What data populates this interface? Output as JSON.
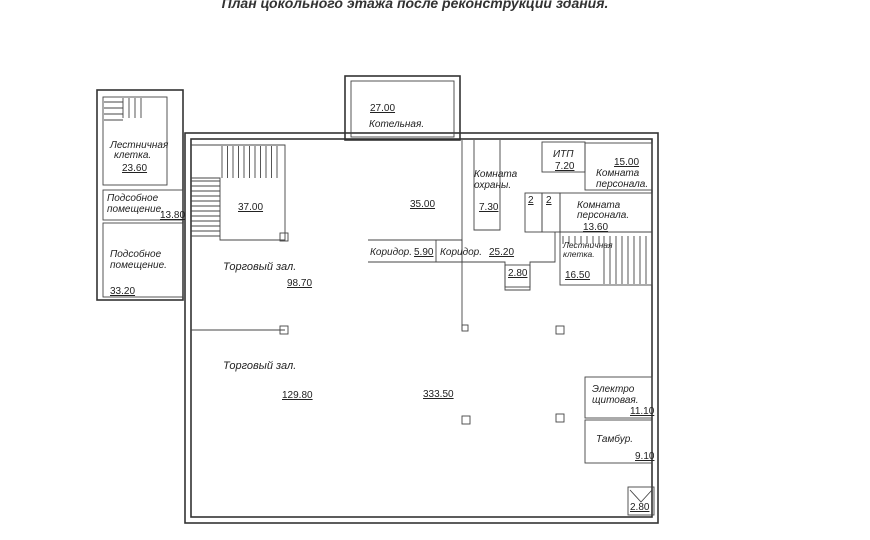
{
  "title": "План цокольного  этажа после реконструкции здания.",
  "rooms": {
    "stair_left": {
      "name1": "Лестничная",
      "name2": "клетка.",
      "area": "23.60"
    },
    "aux_small": {
      "name1": "Подсобное",
      "name2": "помещение.",
      "area": "13.80"
    },
    "aux_large": {
      "name1": "Подсобное",
      "name2": "помещение.",
      "area": "33.20"
    },
    "boiler": {
      "name": "Котельная.",
      "area": "27.00"
    },
    "room37": {
      "area": "37.00"
    },
    "room35": {
      "area": "35.00"
    },
    "security": {
      "name1": "Комната",
      "name2": "охраны.",
      "area": "7.30"
    },
    "itp": {
      "name": "ИТП",
      "area": "7.20"
    },
    "staff1": {
      "name1": "Комната",
      "name2": "персонала.",
      "area": "15.00"
    },
    "staff2": {
      "name1": "Комната",
      "name2": "персонала.",
      "area": "13.60"
    },
    "wc1": {
      "area": "2"
    },
    "wc2": {
      "area": "2"
    },
    "corridor1": {
      "name": "Коридор.",
      "area": "5.90"
    },
    "corridor2": {
      "name": "Коридор.",
      "area": "25.20"
    },
    "stair_right": {
      "name1": "Лестничная",
      "name2": "клетка.",
      "area": "16.50"
    },
    "lift1": {
      "area": "2.80"
    },
    "hall1": {
      "name": "Торговый зал.",
      "area": "98.70"
    },
    "hall2": {
      "name": "Торговый зал.",
      "area": "129.80"
    },
    "hall_main": {
      "area": "333.50"
    },
    "electro": {
      "name1": "Электро",
      "name2": "щитовая.",
      "area": "11.10"
    },
    "vestibule": {
      "name": "Тамбур.",
      "area": "9.10"
    },
    "lift2": {
      "area": "2.80"
    }
  }
}
